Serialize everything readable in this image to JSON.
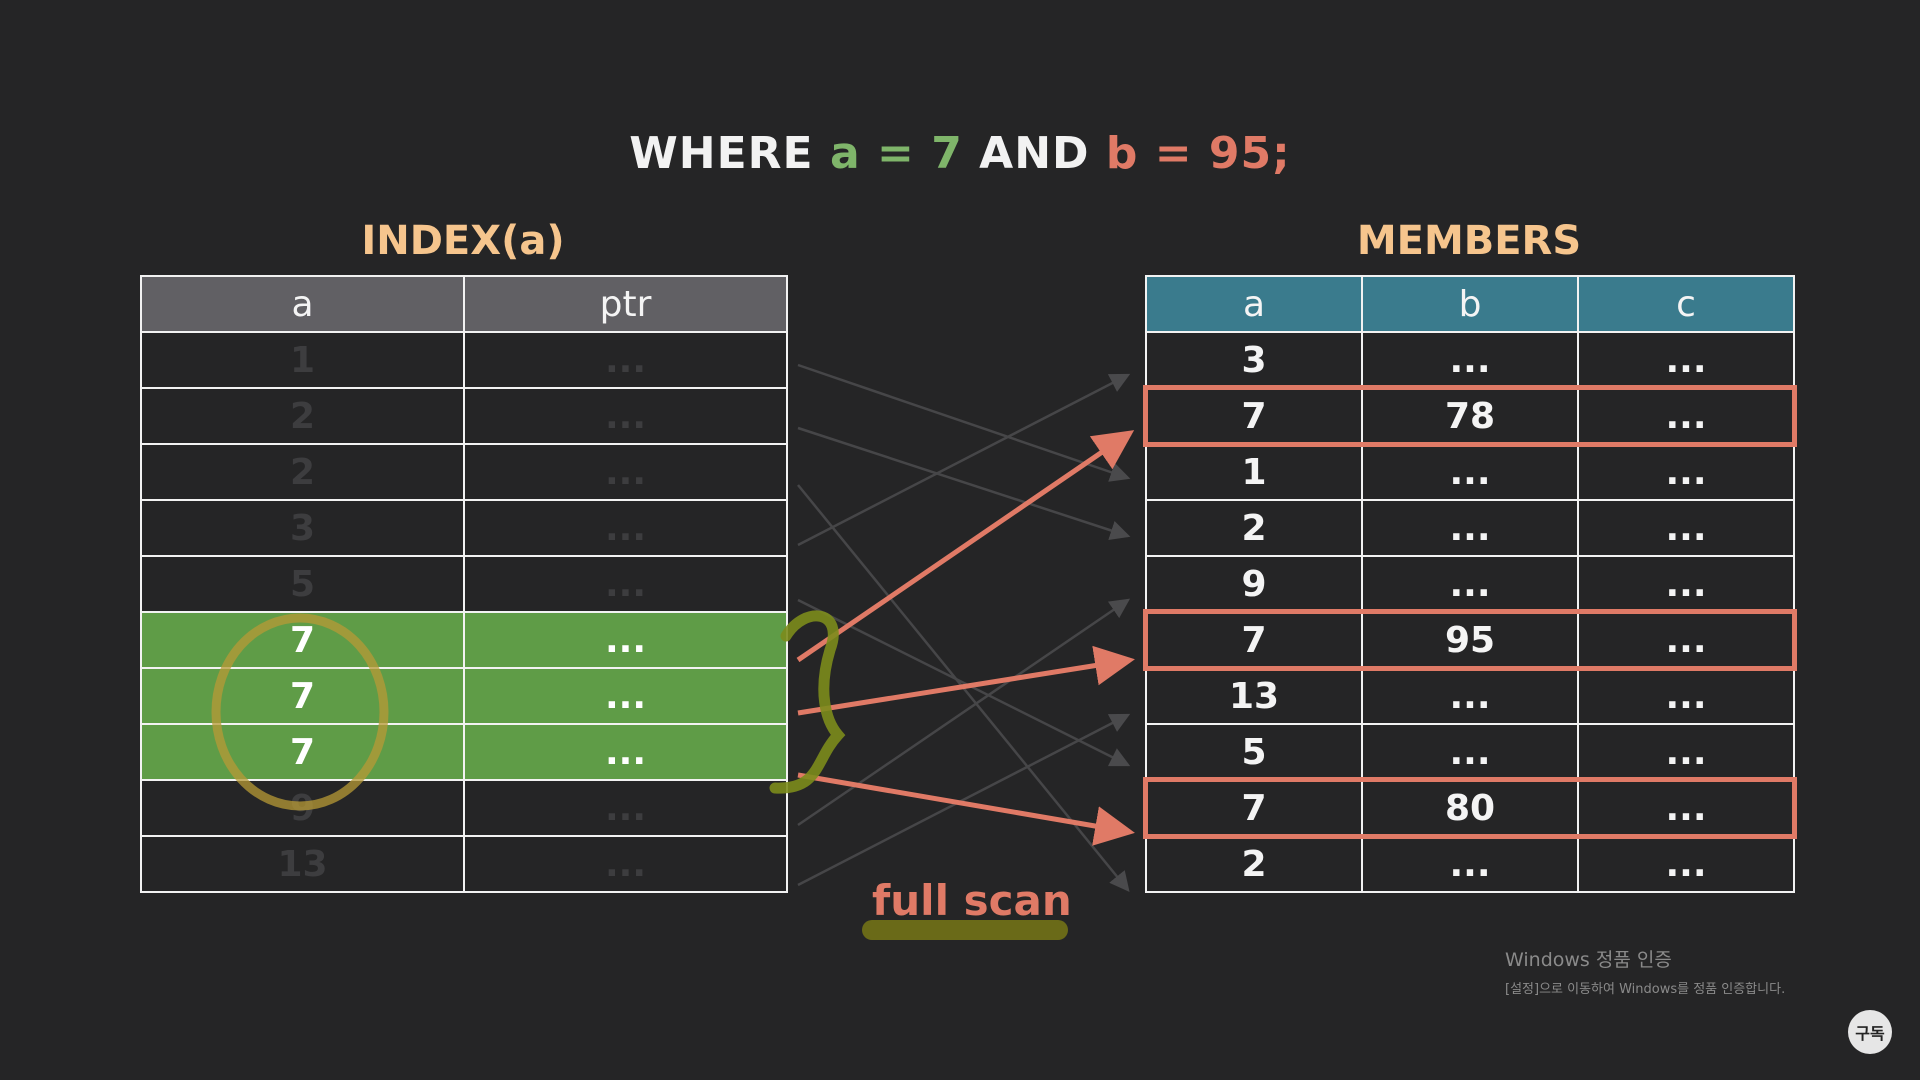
{
  "query": {
    "where_kw": "WHERE",
    "col_a": "a",
    "eq1": "=",
    "val_a": "7",
    "and_kw": "AND",
    "col_b": "b",
    "eq2": "=",
    "val_b": "95;"
  },
  "index_table": {
    "title": "INDEX(a)",
    "headers": [
      "a",
      "ptr"
    ],
    "rows": [
      {
        "a": "1",
        "ptr": "...",
        "highlight": false
      },
      {
        "a": "2",
        "ptr": "...",
        "highlight": false
      },
      {
        "a": "2",
        "ptr": "...",
        "highlight": false
      },
      {
        "a": "3",
        "ptr": "...",
        "highlight": false
      },
      {
        "a": "5",
        "ptr": "...",
        "highlight": false
      },
      {
        "a": "7",
        "ptr": "...",
        "highlight": true
      },
      {
        "a": "7",
        "ptr": "...",
        "highlight": true
      },
      {
        "a": "7",
        "ptr": "...",
        "highlight": true
      },
      {
        "a": "9",
        "ptr": "...",
        "highlight": false
      },
      {
        "a": "13",
        "ptr": "...",
        "highlight": false
      }
    ]
  },
  "members_table": {
    "title": "MEMBERS",
    "headers": [
      "a",
      "b",
      "c"
    ],
    "rows": [
      {
        "a": "3",
        "b": "...",
        "c": "...",
        "highlight": false
      },
      {
        "a": "7",
        "b": "78",
        "c": "...",
        "highlight": true
      },
      {
        "a": "1",
        "b": "...",
        "c": "...",
        "highlight": false
      },
      {
        "a": "2",
        "b": "...",
        "c": "...",
        "highlight": false
      },
      {
        "a": "9",
        "b": "...",
        "c": "...",
        "highlight": false
      },
      {
        "a": "7",
        "b": "95",
        "c": "...",
        "highlight": true
      },
      {
        "a": "13",
        "b": "...",
        "c": "...",
        "highlight": false
      },
      {
        "a": "5",
        "b": "...",
        "c": "...",
        "highlight": false
      },
      {
        "a": "7",
        "b": "80",
        "c": "...",
        "highlight": true
      },
      {
        "a": "2",
        "b": "...",
        "c": "...",
        "highlight": false
      }
    ]
  },
  "annotation": {
    "label": "full scan"
  },
  "watermark": {
    "line1": "Windows 정품 인증",
    "line2": "[설정]으로 이동하여 Windows를 정품 인증합니다."
  },
  "subscribe": {
    "label": "구독"
  },
  "colors": {
    "background": "#252526",
    "index_header": "#616064",
    "members_header": "#3a7b8d",
    "match_row": "#5f9c47",
    "accent": "#e07a66",
    "title": "#f6c58d",
    "value_a": "#7fb56a"
  }
}
